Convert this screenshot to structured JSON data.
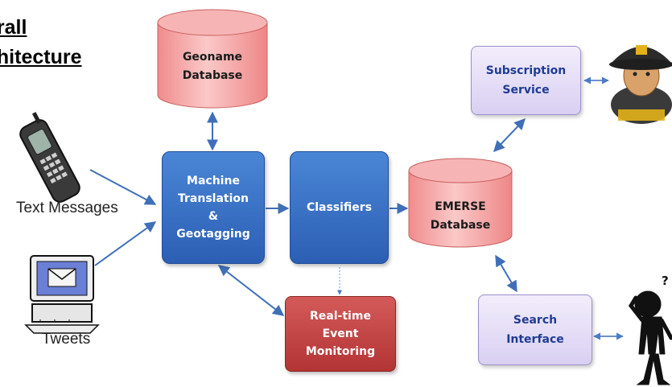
{
  "title": {
    "line1": "erall",
    "line2": "chitecture"
  },
  "sources": {
    "text_messages": "Text Messages",
    "tweets": "Tweets"
  },
  "nodes": {
    "geoname": {
      "line1": "Geoname",
      "line2": "Database"
    },
    "machine": {
      "line1": "Machine",
      "line2": "Translation",
      "line3": "&",
      "line4": "Geotagging"
    },
    "classifiers": "Classifiers",
    "emerse": {
      "line1": "EMERSE",
      "line2": "Database"
    },
    "subscription": {
      "line1": "Subscription",
      "line2": "Service"
    },
    "search": {
      "line1": "Search",
      "line2": "Interface"
    },
    "realtime": {
      "line1": "Real-time",
      "line2": "Event",
      "line3": "Monitoring"
    }
  },
  "colors": {
    "process_blue": "#2c5fb4",
    "database_pink": "#f4a0a0",
    "monitor_red": "#b33434",
    "service_purple": "#d9d0f2",
    "arrow_blue": "#3f6fb8"
  }
}
